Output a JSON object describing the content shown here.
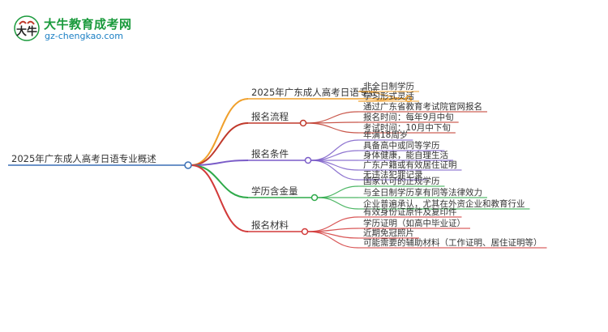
{
  "logo": {
    "title": "大牛教育成考网",
    "url": "gz-chengkao.com",
    "brand_color": "#1a9a3c"
  },
  "mindmap": {
    "root": "2025年广东成人高考日语专业概述",
    "branches": [
      {
        "label": "2025年广东成人高考日语专业",
        "color": "#f0a02c",
        "children": [
          "非全日制学历",
          "学习形式灵活"
        ]
      },
      {
        "label": "报名流程",
        "color": "#c0392b",
        "children": [
          "通过广东省教育考试院官网报名",
          "报名时间：每年9月中旬",
          "考试时间：10月中下旬"
        ]
      },
      {
        "label": "报名条件",
        "color": "#7a5cc8",
        "children": [
          "年满18周岁",
          "具备高中或同等学历",
          "身体健康，能自理生活",
          "广东户籍或有效居住证明",
          "无违法犯罪记录"
        ]
      },
      {
        "label": "学历含金量",
        "color": "#2eaa4a",
        "children": [
          "国家认可的正规学历",
          "与全日制学历享有同等法律效力",
          "企业普遍承认，尤其在外资企业和教育行业"
        ]
      },
      {
        "label": "报名材料",
        "color": "#d23a3a",
        "children": [
          "有效身份证原件及复印件",
          "学历证明（如高中毕业证）",
          "近期免冠照片",
          "可能需要的辅助材料（工作证明、居住证明等）"
        ]
      }
    ]
  }
}
